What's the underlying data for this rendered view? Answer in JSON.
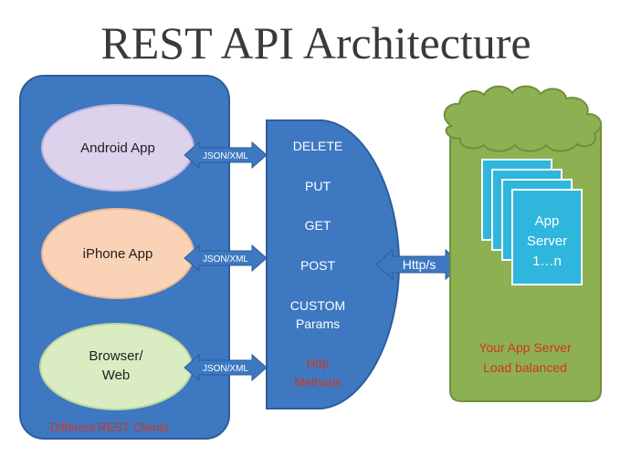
{
  "title": "REST API Architecture",
  "clients": {
    "items": [
      {
        "label_lines": [
          "Android App"
        ],
        "color": "#dcd2ec"
      },
      {
        "label_lines": [
          "iPhone App"
        ],
        "color": "#fad3b6"
      },
      {
        "label_lines": [
          "Browser/",
          "Web"
        ],
        "color": "#d9ecc2"
      }
    ],
    "caption": "Different REST Clients"
  },
  "connectors": {
    "client_arrow_label": "JSON/XML",
    "server_arrow_label": "Http/s"
  },
  "methods": {
    "items": [
      "DELETE",
      "PUT",
      "GET",
      "POST",
      "CUSTOM",
      "Params"
    ],
    "footer_lines": [
      "Http",
      "Methods"
    ]
  },
  "server": {
    "card_lines": [
      "App",
      "Server",
      "1…n"
    ],
    "caption_lines": [
      "Your App Server",
      "Load balanced"
    ]
  },
  "colors": {
    "panel_blue": "#3e78c1",
    "panel_border": "#2d5d9c",
    "server_green": "#8db152",
    "server_border": "#6f8f3c",
    "card_cyan": "#2fb6dc",
    "accent_red": "#d2341e"
  }
}
